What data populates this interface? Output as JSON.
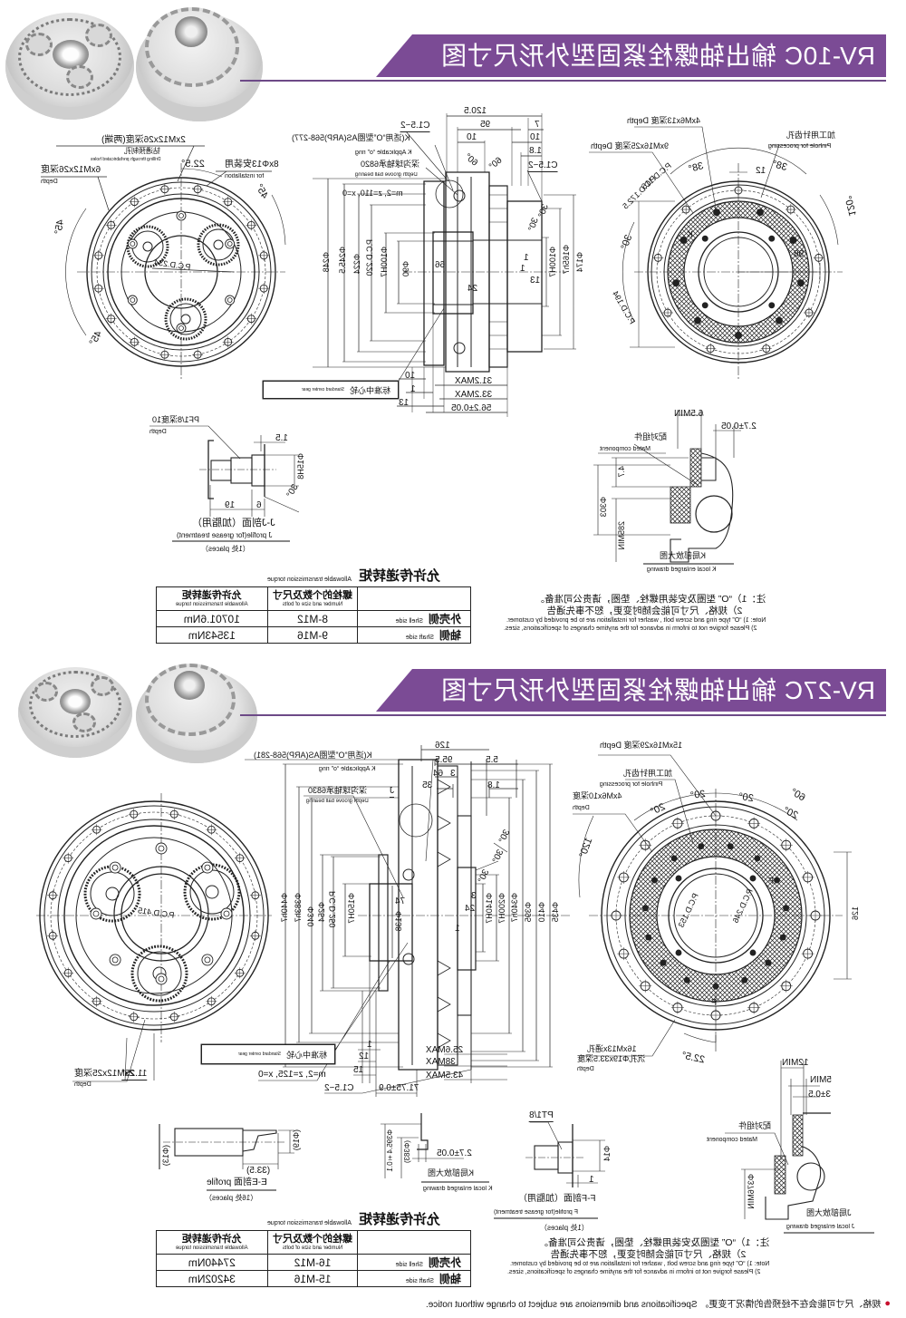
{
  "colors": {
    "header_band": "#7b4b95",
    "header_rule": "#6d4a87",
    "footer_bullet": "#c8102e"
  },
  "rv10c": {
    "title": "RV-10C 输出轴螺栓紧固型外形尺寸图",
    "front_left": {
      "bolt2": "2xM12x26深度(两端)",
      "drill_cn": "钻通预制孔",
      "drill_en": "Drilling through prefabricated holes",
      "bolt6": "6xM12x26深度",
      "depth": "Depth",
      "angle_22": "22.5°",
      "install_cn": "8xΦ13安装用",
      "install_en": "for installation",
      "angle_45": "45°",
      "pcd": "P.C.D.234"
    },
    "side": {
      "top_dims": [
        "120.5",
        "95",
        "7",
        "10",
        "10",
        "1.8"
      ],
      "chamfer": "C1.5~2",
      "oring_cn": "K(适用“O”型圈AS(ARP)568-277)",
      "oring_en": "K Applicable “o” ring",
      "bearing_cn": "深沟球轴承6820",
      "bearing_en": "Depth groove ball bearing",
      "angle_60": "60°",
      "gear_spec": "m=2, z=110, x=0",
      "left_dias": [
        "Φ248",
        "Φ245.5",
        "Φ224",
        "P.C.D.220",
        "Φ100H7",
        "Φ90"
      ],
      "inner_dims": [
        "66",
        "24",
        "1",
        "1",
        "13"
      ],
      "right_dias": [
        "Φ100H7",
        "Φ165h7",
        "Φ174"
      ],
      "angle_30": "30°",
      "bottom_left": [
        "10",
        "1",
        "13"
      ],
      "bottom_right": [
        "31.2MAX",
        "33.2MAX",
        "56.2±0.05"
      ],
      "center_gear_cn": "标准中心轮",
      "center_gear_en": "Standard center gear"
    },
    "front_right": {
      "tap4": "4xM6x13深度 Depth",
      "tap9": "9xM16x25深度 Depth",
      "pin_cn": "加工用针齿孔",
      "pin_en": "Pinhole for processing",
      "angle_38": "38°",
      "dim12": "12",
      "pcd116": "P.C.D.116",
      "pcd172": "P.C.D.172.5",
      "angle_120": "120°",
      "angle_30": "30°",
      "dim98": "98",
      "pcd194": "P.C.D.194",
      "k_mark": "K"
    },
    "j_profile": {
      "port": "PF1/8深度10",
      "depth": "Depth",
      "d15": "1.5",
      "dia": "Φ15H8",
      "angle": "30°",
      "d19": "19",
      "d6": "6",
      "title_cn": "J-J剖面（加脂用）",
      "title_en": "J profile(for grease treatment)",
      "count": "（1处 places）"
    },
    "k_detail": {
      "min": "6.5MIN",
      "tol": "2.7±0.05",
      "mated_cn": "配对组件",
      "mated_en": "Mated component",
      "d47": "4.7",
      "dia": "Φ303",
      "min285": "285MIN",
      "title_cn": "K局部放大图",
      "title_en": "K local enlarged drawing"
    },
    "torque_table": {
      "caption_cn": "允许传递转矩",
      "caption_en": "Allowable transmission torque",
      "headers": [
        {
          "cn": "",
          "en": ""
        },
        {
          "cn": "螺栓的个数及尺寸",
          "en": "Number and size of bolts"
        },
        {
          "cn": "允许传递转矩",
          "en": "Allowable transmission torque"
        }
      ],
      "rows": [
        {
          "side_cn": "外壳侧",
          "side_en": "Shell side",
          "bolts": "8-M12",
          "torque": "10701.6Nm"
        },
        {
          "side_cn": "轴侧",
          "side_en": "Shaft side",
          "bolts": "9-M16",
          "torque": "13543Nm"
        }
      ]
    },
    "notes": {
      "l1": "注：1）“O” 型圈及安装用螺栓、垫圈，请贵公司准备。",
      "l2": "2）规格、尺寸可能会随时变更，恕不事先通告",
      "l3": "Note: 1) “O” type ring and screw bolt , washer for installation are to be provided by customer.",
      "l4": "2) Please forgive not to inform in advance for the anytime changes of specifications, sizes."
    }
  },
  "rv27c": {
    "title": "RV-27C 输出轴螺栓紧固型外形尺寸图",
    "front_left": {
      "pcd": "P.C.D.415",
      "angle": "11.25°",
      "bolt2": "2xM12x25深度",
      "depth": "Depth"
    },
    "side": {
      "top_dims": [
        "126",
        "95.5",
        "5.5",
        "3",
        "64",
        "35",
        "1.8"
      ],
      "oring_cn": "K(适用“O”型圈AS(ARP)568-281)",
      "oring_en": "K Applicable “o” ring",
      "bearing_cn": "深沟球轴承6830",
      "bearing_en": "Depth groove ball bearing",
      "j_mark": "J",
      "angle_30": "30°",
      "left_dias": [
        "Φ440h7",
        "Φ383h7",
        "Φ340",
        "Φ254",
        "P.C.D.250",
        "Φ150H7",
        "Φ138"
      ],
      "dim74": "74",
      "inner_dims": [
        "3",
        "24",
        "1"
      ],
      "right_dias": [
        "Φ140H7",
        "Φ200H7",
        "Φ340h7",
        "Φ395",
        "Φ410",
        "Φ435"
      ],
      "center_gear_cn": "标准中心轮",
      "center_gear_en": "Standard center gear",
      "gear_spec": "m=2, z=125, x=0",
      "chamfer": "C1.5~2",
      "bottom_left": [
        "1",
        "12",
        "15"
      ],
      "bottom_right": [
        "25.6MAX",
        "38MAX",
        "43.5MAX"
      ],
      "width_total": "71.75±0.9"
    },
    "front_right": {
      "tap15": "15xM16x29深度 Depth",
      "pin_cn": "加工用针齿孔",
      "pin_en": "Pinhole for processing",
      "tap4": "4xM6x10深度",
      "depth": "Depth",
      "angle_20": "20°",
      "angle_60": "60°",
      "angle_120": "120°",
      "dim126": "126",
      "pcd246": "P.C.D.246",
      "pcd153": "P.C.D.153",
      "f_mark": "F",
      "thru16": "16xM13x通孔",
      "cbore": "沉孔Φ19x33.5深度",
      "angle_22": "22.5°"
    },
    "j_detail": {
      "min12": "12MIN",
      "min5": "5MIN",
      "tol": "3±0.5",
      "mated_cn": "配对组件",
      "mated_en": "Mated component",
      "dia": "Φ376MIN",
      "title_cn": "J局部放大图",
      "title_en": "J local enlarged drawing"
    },
    "e_profile": {
      "d19": "(Φ19)",
      "d13": "(Φ13)",
      "len": "(33.5)",
      "title": "E-E剖面 profile",
      "count": "（16处 places）"
    },
    "k_detail": {
      "dia": "Φ395.4±0.1",
      "dia2": "(Φ383)",
      "tol": "2.7±0.05",
      "title_cn": "K局部放大图",
      "title_en": "K local enlarged drawing"
    },
    "f_profile": {
      "port": "PT1/8",
      "dia": "Φ14",
      "d1": "1",
      "title_cn": "F-F剖面（加脂用）",
      "title_en": "F profile(for grease treatment)",
      "count": "（1处 places）"
    },
    "torque_table": {
      "caption_cn": "允许传递转矩",
      "caption_en": "Allowable transmission torque",
      "headers": [
        {
          "cn": "",
          "en": ""
        },
        {
          "cn": "螺栓的个数及尺寸",
          "en": "Number and size of bolts"
        },
        {
          "cn": "允许传递转矩",
          "en": "Allowable transmission torque"
        }
      ],
      "rows": [
        {
          "side_cn": "外壳侧",
          "side_en": "Shell side",
          "bolts": "16-M12",
          "torque": "27440Nm"
        },
        {
          "side_cn": "轴侧",
          "side_en": "Shaft side",
          "bolts": "15-M16",
          "torque": "34202Nm"
        }
      ]
    },
    "notes": {
      "l1": "注：1）“O” 型圈及安装用螺栓、垫圈，请贵公司准备。",
      "l2": "2）规格、尺寸可能会随时变更，恕不事先通告",
      "l3": "Note: 1) “O” type ring and screw bolt , washer for installation are to be provided by customer.",
      "l4": "2) Please forgive not to inform in advance for the anytime changes of specifications, sizes."
    }
  },
  "footer": {
    "bullet": "●",
    "text": "规格、尺寸可能会在不经预告的情况下变更。 Specifications and dimensions are subject to change without notice."
  }
}
